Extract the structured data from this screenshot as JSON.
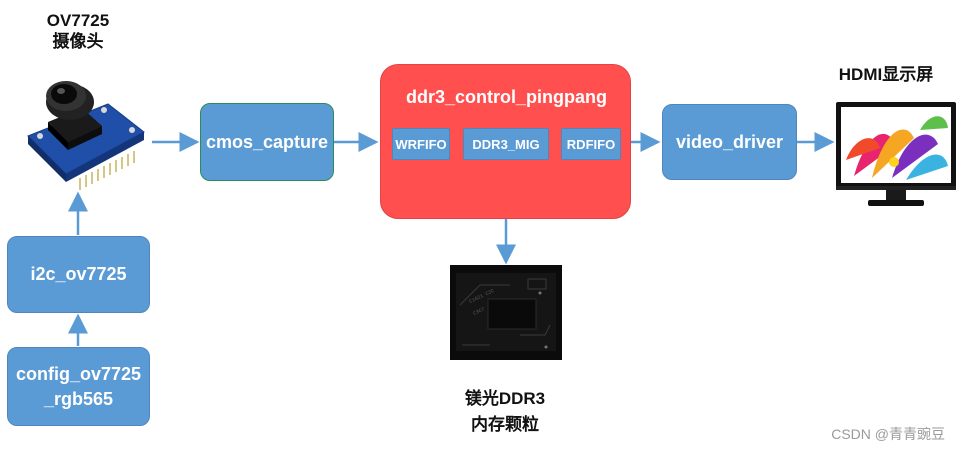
{
  "camera": {
    "title_line1": "OV7725",
    "title_line2": "摄像头"
  },
  "monitor": {
    "title": "HDMI显示屏"
  },
  "ddr_chip": {
    "line1": "镁光DDR3",
    "line2": "内存颗粒"
  },
  "blocks": {
    "cmos_capture": "cmos_capture",
    "i2c": "i2c_ov7725",
    "config_line1": "config_ov7725",
    "config_line2": "_rgb565",
    "ddr3_title": "ddr3_control_pingpang",
    "wrfifo": "WRFIFO",
    "mig": "DDR3_MIG",
    "rdfifo": "RDFIFO",
    "video_driver": "video_driver"
  },
  "watermark": "CSDN @青青豌豆",
  "colors": {
    "block_blue": "#5b9bd5",
    "cmos_border": "#2e8b57",
    "ddr_red": "#ff4f4f",
    "arrow": "#5b9bd5"
  }
}
